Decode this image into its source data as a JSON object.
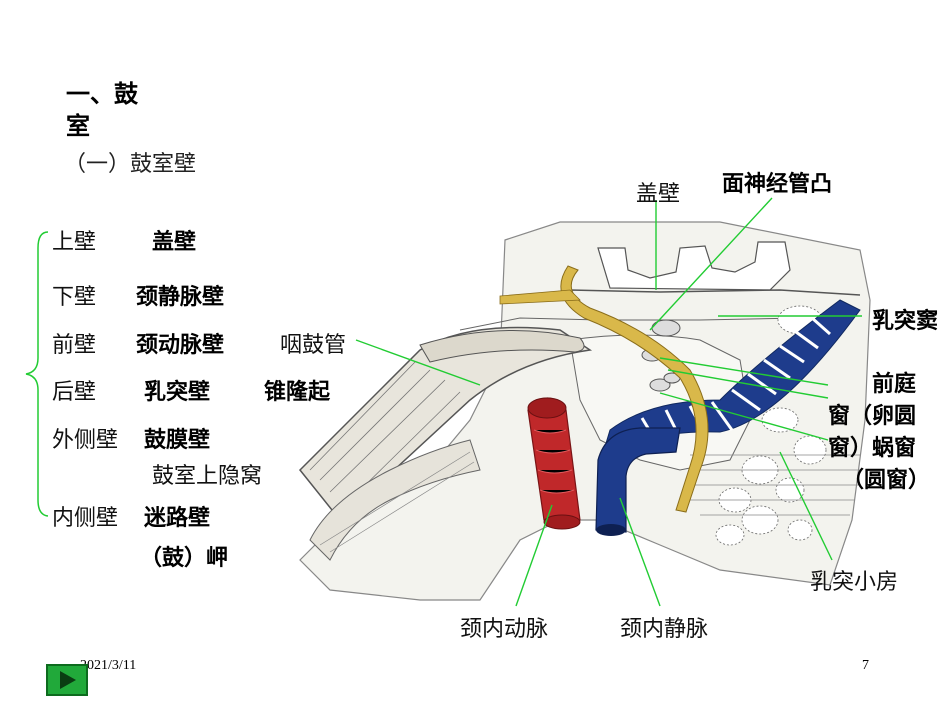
{
  "heading": {
    "line1": "一、鼓",
    "line2": "室"
  },
  "subheading": "（一）鼓室壁",
  "walls": [
    {
      "name": "上壁",
      "term": "盖壁"
    },
    {
      "name": "下壁",
      "term": "颈静脉壁"
    },
    {
      "name": "前壁",
      "term": "颈动脉壁",
      "extra": "咽鼓管"
    },
    {
      "name": "后壁",
      "term": "乳突壁",
      "extra": "锥隆起"
    },
    {
      "name": "外侧壁",
      "term": "鼓膜壁",
      "extra": "鼓室上隐窝"
    },
    {
      "name": "内侧壁",
      "term": "迷路壁",
      "extra": "（鼓）岬"
    }
  ],
  "figure_labels": {
    "tegmen": "盖壁",
    "facial_canal": "面神经管凸",
    "mastoid_antrum": "乳突窦",
    "vestibule_line1": "前庭",
    "vestibule_line2": "窗（卵圆",
    "vestibule_line3": "窗）蜗窗",
    "vestibule_line4": "（圆窗）",
    "mastoid_cells": "乳突小房",
    "internal_carotid": "颈内动脉",
    "internal_jugular": "颈内静脉"
  },
  "footer": {
    "date": "2021/3/11",
    "page": "7"
  },
  "colors": {
    "leader": "#22cc33",
    "artery": "#c0282a",
    "vein": "#1e3c8c",
    "nerve": "#d9b84a",
    "bone": "#f3f3ee",
    "play_button": "#21a93a"
  },
  "icons": {
    "nav": "play-triangle-icon"
  }
}
